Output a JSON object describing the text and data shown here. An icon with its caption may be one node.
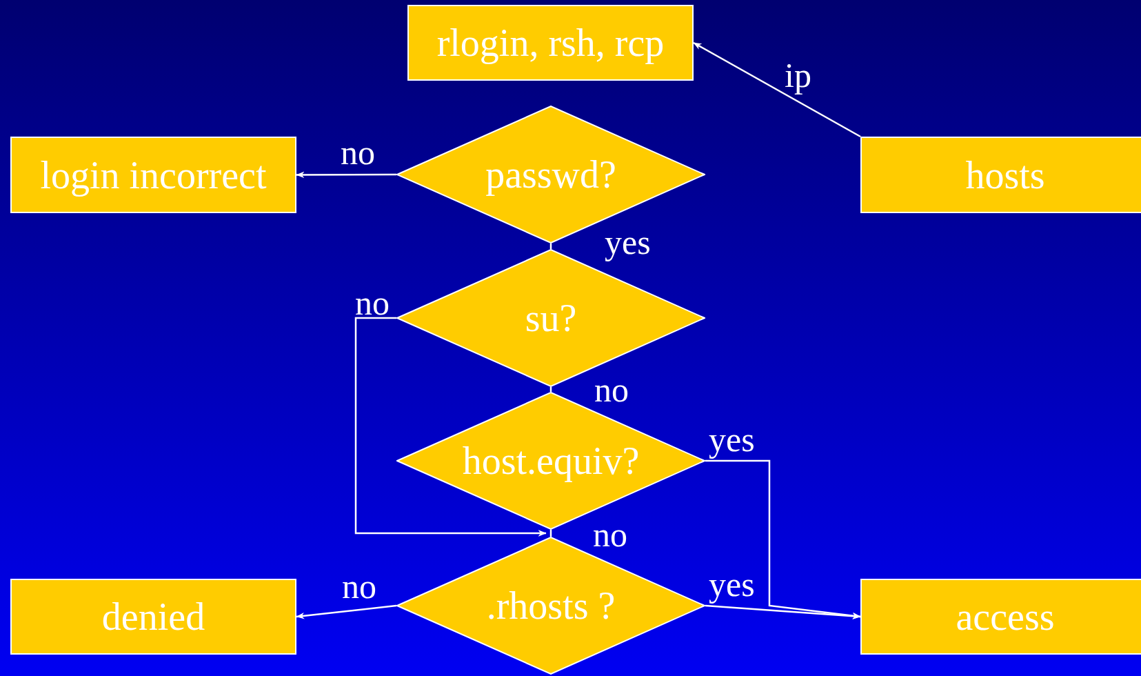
{
  "diagram": {
    "nodes": [
      {
        "text": [
          "rlogin, rsh, rcp"
        ]
      },
      {
        "text": [
          "login incorrect"
        ]
      },
      {
        "text": [
          "passwd?"
        ]
      },
      {
        "text": [
          "hosts"
        ]
      },
      {
        "text": [
          "su?"
        ]
      },
      {
        "text": [
          "host.equiv?"
        ]
      },
      {
        "text": [
          "denied"
        ]
      },
      {
        "text": [
          ".rhosts ?"
        ]
      },
      {
        "text": [
          "access"
        ]
      }
    ],
    "edges": [
      {
        "from": 3,
        "to": 0,
        "arrow": "to",
        "label": "ip"
      },
      {
        "from": 2,
        "to": 1,
        "arrow": "to",
        "label": "no"
      },
      {
        "from": 2,
        "to": 4,
        "arrow": "none",
        "label": "yes"
      },
      {
        "from": 4,
        "to": 7,
        "arrow": "to",
        "label": "no"
      },
      {
        "from": 4,
        "to": 5,
        "arrow": "none",
        "label": "no"
      },
      {
        "from": 5,
        "to": 8,
        "arrow": "to",
        "label": "yes"
      },
      {
        "from": 5,
        "to": 7,
        "arrow": "none",
        "label": "no"
      },
      {
        "from": 7,
        "to": 6,
        "arrow": "to",
        "label": "no"
      },
      {
        "from": 7,
        "to": 8,
        "arrow": "to",
        "label": "yes"
      }
    ]
  }
}
